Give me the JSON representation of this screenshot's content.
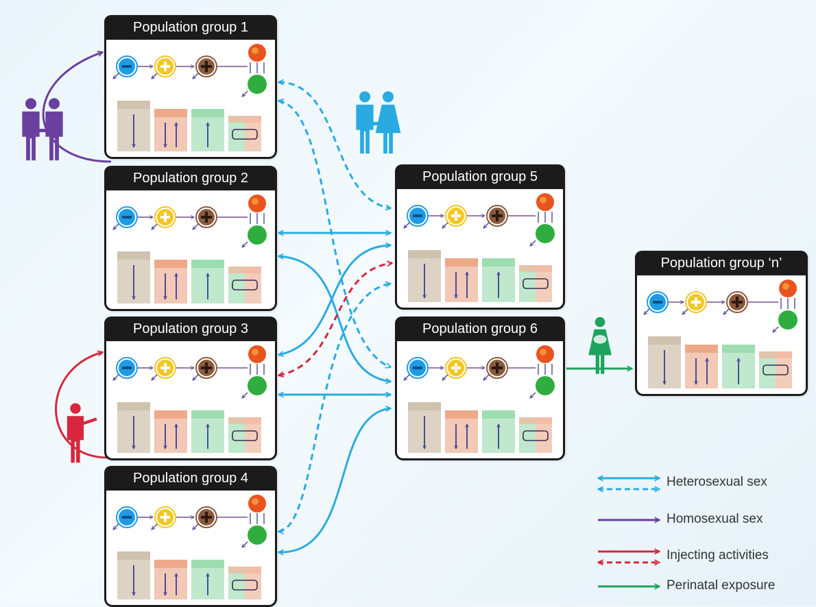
{
  "groups": [
    {
      "id": "g1",
      "title": "Population group 1"
    },
    {
      "id": "g2",
      "title": "Population group 2"
    },
    {
      "id": "g3",
      "title": "Population group 3"
    },
    {
      "id": "g4",
      "title": "Population group 4"
    },
    {
      "id": "g5",
      "title": "Population group 5"
    },
    {
      "id": "g6",
      "title": "Population group 6"
    },
    {
      "id": "gn",
      "title": "Population group ‘n’"
    }
  ],
  "legend": [
    {
      "label": "Heterosexual sex",
      "color": "#29abe2",
      "styles": [
        "solid",
        "dashed"
      ]
    },
    {
      "label": "Homosexual sex",
      "color": "#6a3fa0",
      "styles": [
        "solid"
      ]
    },
    {
      "label": "Injecting activities",
      "color": "#d7263d",
      "styles": [
        "solid",
        "dashed"
      ]
    },
    {
      "label": "Perinatal exposure",
      "color": "#1ea35f",
      "styles": [
        "solid"
      ]
    }
  ],
  "colors": {
    "heterosexual": "#29abe2",
    "homosexual": "#6a3fa0",
    "injecting": "#d7263d",
    "perinatal": "#1ea35f",
    "box_border": "#1b1b1b",
    "state_susceptible": "#1e9be6",
    "state_acute": "#f3c623",
    "state_chronic": "#8a5a3c",
    "state_aids": "#e8531f",
    "state_treated": "#2fae3f",
    "bar_tan": "#ddd3c4",
    "bar_salmon": "#f1c9b6",
    "bar_green": "#bfe8cc"
  },
  "icons": {
    "homosexual_couple": "two-men-holding-hands-icon",
    "heterosexual_couple": "man-woman-holding-hands-icon",
    "injecting_person": "person-injecting-icon",
    "perinatal": "mother-with-baby-icon"
  }
}
